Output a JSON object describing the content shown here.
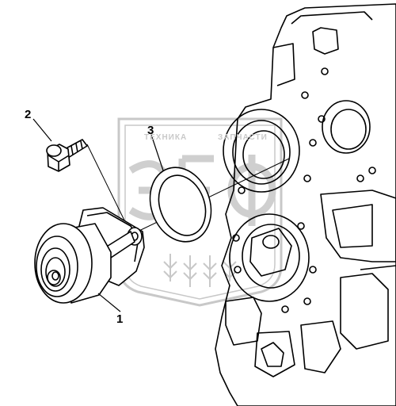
{
  "callouts": [
    {
      "id": "1",
      "label": "1"
    },
    {
      "id": "2",
      "label": "2"
    },
    {
      "id": "3",
      "label": "3"
    }
  ],
  "watermark": {
    "left_text": "ТЕХНИКА",
    "right_text": "ЗАПЧАСТИ",
    "logo_text": "ЭДФ",
    "color": "#c8c8c8"
  },
  "colors": {
    "line": "#000000",
    "background": "#ffffff"
  }
}
